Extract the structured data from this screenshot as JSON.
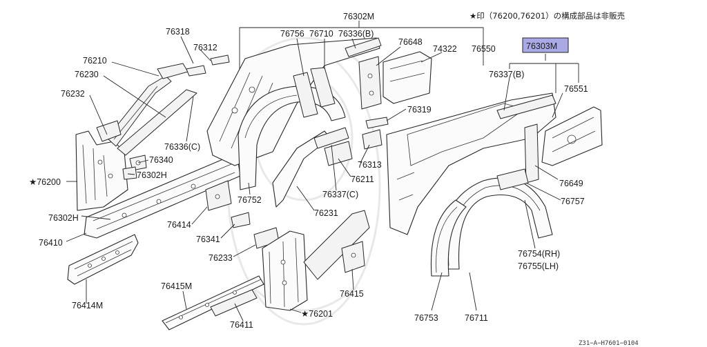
{
  "note": "★印（76200,76201）の構成部品は非販売",
  "highlighted_part": "76303M",
  "footer_code": "Z31−A−H7601−0104",
  "labels": {
    "p76302M": "76302M",
    "p76756": "76756",
    "p76710": "76710",
    "p76336B": "76336(B)",
    "p76648": "76648",
    "p74322": "74322",
    "p76550": "76550",
    "p76318": "76318",
    "p76312": "76312",
    "p76210": "76210",
    "p76230": "76230",
    "p76232": "76232",
    "p76336C": "76336(C)",
    "p76340": "76340",
    "p76302H_a": "76302H",
    "p76200": "★76200",
    "p76302H_b": "76302H",
    "p76410": "76410",
    "p76414": "76414",
    "p76341": "76341",
    "p76233": "76233",
    "p76414M": "76414M",
    "p76415M": "76415M",
    "p76411": "76411",
    "p76201": "★76201",
    "p76415": "76415",
    "p76752": "76752",
    "p76231": "76231",
    "p76337C": "76337(C)",
    "p76211": "76211",
    "p76313": "76313",
    "p76319": "76319",
    "p76337B": "76337(B)",
    "p76551": "76551",
    "p76649": "76649",
    "p76757": "76757",
    "p76754": "76754(RH)",
    "p76755": "76755(LH)",
    "p76753": "76753",
    "p76711": "76711"
  }
}
